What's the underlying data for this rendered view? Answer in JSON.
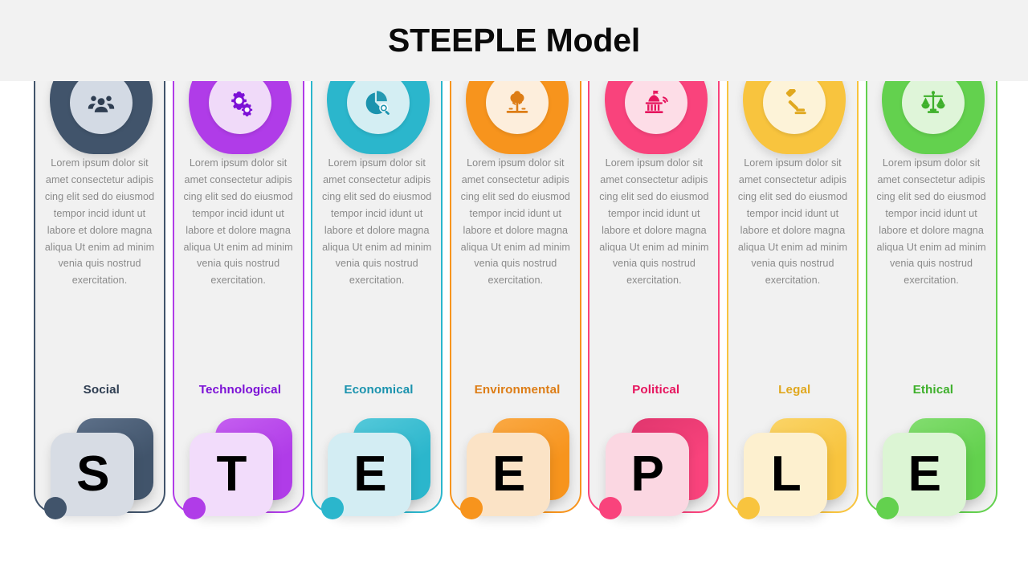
{
  "header": {
    "title": "STEEPLE Model",
    "background": "#f2f2f2"
  },
  "shared": {
    "body_text": "Lorem ipsum dolor sit amet consectetur adipis cing elit sed do eiusmod tempor incid idunt  ut labore et dolore magna aliqua Ut enim ad minim venia quis nostrud exercitation."
  },
  "columns": [
    {
      "letter": "S",
      "label": "Social",
      "icon": "people-group-icon",
      "color": "#41546b",
      "color_dark": "#2f3e52",
      "color_light": "#d3dae4",
      "color_light2": "#5d7089",
      "color_pale": "#d7dce4",
      "body": "Lorem ipsum dolor sit amet consectetur adipis cing elit sed do eiusmod tempor incid idunt  ut labore et dolore magna aliqua Ut enim ad minim venia quis nostrud exercitation."
    },
    {
      "letter": "T",
      "label": "Technological",
      "icon": "gears-icon",
      "color": "#b03ce8",
      "color_dark": "#7c11d6",
      "color_light": "#f0daf9",
      "color_light2": "#c55ff0",
      "color_pale": "#f2dcfb",
      "body": "Lorem ipsum dolor sit amet consectetur adipis cing elit sed do eiusmod tempor incid idunt  ut labore et dolore magna aliqua Ut enim ad minim venia quis nostrud exercitation."
    },
    {
      "letter": "E",
      "label": "Economical",
      "icon": "pie-chart-search-icon",
      "color": "#2bb6cc",
      "color_dark": "#1b93ae",
      "color_light": "#d4eef3",
      "color_light2": "#55c9da",
      "color_pale": "#d3edf3",
      "body": "Lorem ipsum dolor sit amet consectetur adipis cing elit sed do eiusmod tempor incid idunt  ut labore et dolore magna aliqua Ut enim ad minim venia quis nostrud exercitation."
    },
    {
      "letter": "E",
      "label": "Environmental",
      "icon": "tree-icon",
      "color": "#f7941d",
      "color_dark": "#dd7d16",
      "color_light": "#fdeedc",
      "color_light2": "#faa944",
      "color_pale": "#fbe3c6",
      "body": "Lorem ipsum dolor sit amet consectetur adipis cing elit sed do eiusmod tempor incid idunt  ut labore et dolore magna aliqua Ut enim ad minim venia quis nostrud exercitation."
    },
    {
      "letter": "P",
      "label": "Political",
      "icon": "government-building-icon",
      "color": "#f9437c",
      "color_dark": "#e6155e",
      "color_light": "#fddde7",
      "color_light2": "#e0366e",
      "color_pale": "#fbd7e2",
      "body": "Lorem ipsum dolor sit amet consectetur adipis cing elit sed do eiusmod tempor incid idunt  ut labore et dolore magna aliqua Ut enim ad minim venia quis nostrud exercitation."
    },
    {
      "letter": "L",
      "label": "Legal",
      "icon": "gavel-icon",
      "color": "#f8c43e",
      "color_dark": "#e0a81f",
      "color_light": "#fdf3d8",
      "color_light2": "#fad468",
      "color_pale": "#fdf0cf",
      "body": "Lorem ipsum dolor sit amet consectetur adipis cing elit sed do eiusmod tempor incid idunt  ut labore et dolore magna aliqua Ut enim ad minim venia quis nostrud exercitation."
    },
    {
      "letter": "E",
      "label": "Ethical",
      "icon": "balance-scales-icon",
      "color": "#63d14e",
      "color_dark": "#3eb02b",
      "color_light": "#dff5d9",
      "color_light2": "#83dd70",
      "color_pale": "#dcf5d4",
      "body": "Lorem ipsum dolor sit amet consectetur adipis cing elit sed do eiusmod tempor incid idunt  ut labore et dolore magna aliqua Ut enim ad minim venia quis nostrud exercitation."
    }
  ]
}
